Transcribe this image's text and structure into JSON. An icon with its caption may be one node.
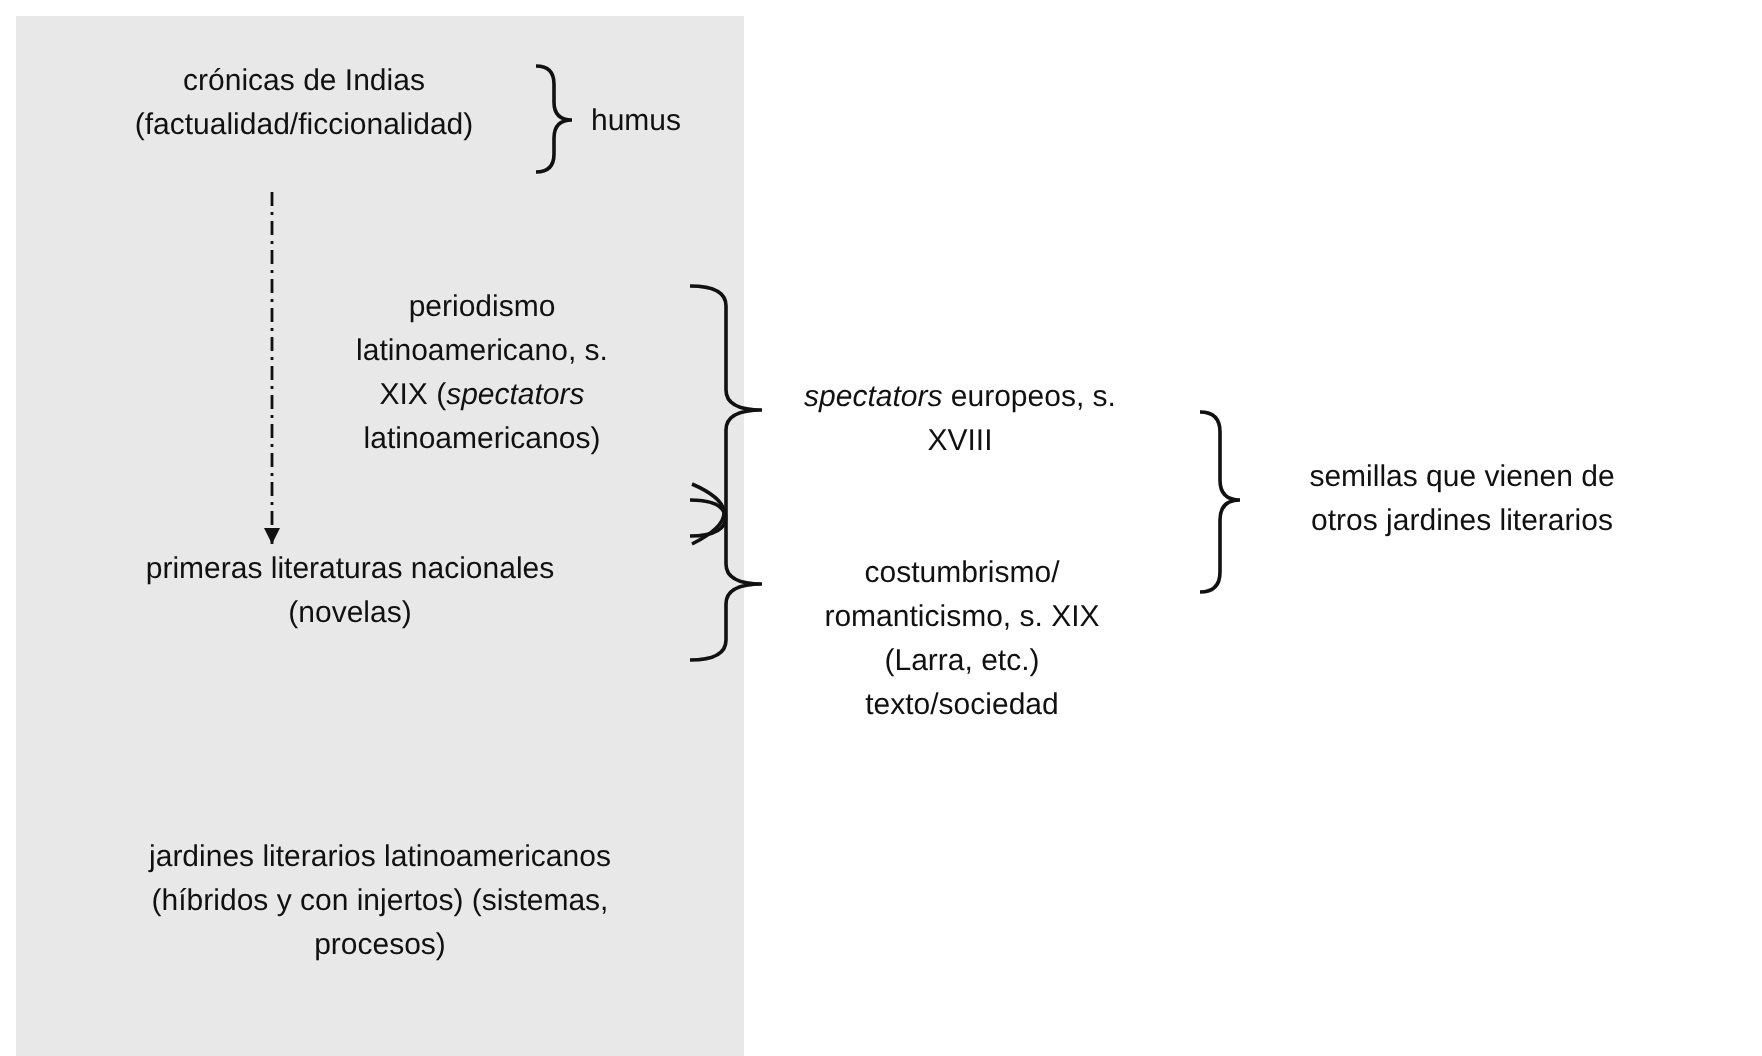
{
  "diagram": {
    "nodes": [
      {
        "text": [],
        "shape": "box"
      },
      {
        "text": [
          "crónicas de Indias (factualidad/ficcionalidad)"
        ],
        "in": 0
      },
      {
        "text": [
          "humus"
        ],
        "in": 0
      },
      {
        "text": [
          "periodismo latinoamericano, s. XIX (*spectators* latinoamericanos)"
        ],
        "in": 0
      },
      {
        "text": [
          "*spectators* europeos, s. XVIII"
        ]
      },
      {
        "text": [
          "semillas que vienen de otros jardines literarios"
        ]
      },
      {
        "text": [
          "costumbrismo/ romanticismo, s. XIX (Larra, etc.) texto/sociedad"
        ]
      },
      {
        "text": [
          "primeras literaturas nacionales (novelas)"
        ],
        "in": 0
      },
      {
        "text": [
          "jardines literarios latinoamericanos (híbridos y con injertos) (sistemas, procesos)"
        ],
        "in": 0
      }
    ],
    "edges": [
      {
        "from": 1,
        "to": 7,
        "arrow": "to",
        "style": "dashed"
      }
    ]
  }
}
